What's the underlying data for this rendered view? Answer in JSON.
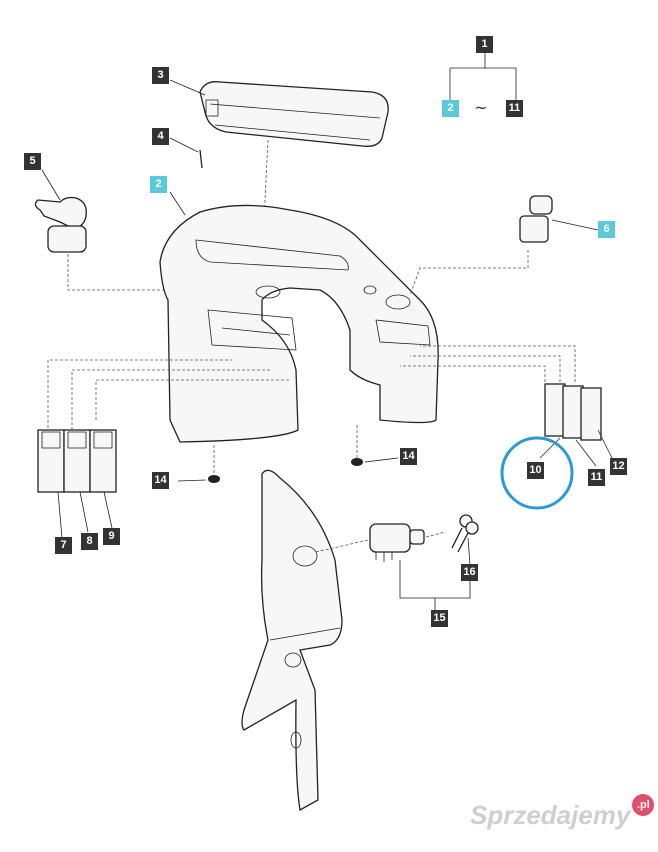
{
  "labels": {
    "l1": "1",
    "l2_top": "2",
    "l11_top": "11",
    "l3": "3",
    "l4": "4",
    "l5": "5",
    "l2_main": "2",
    "l6": "6",
    "l7": "7",
    "l8": "8",
    "l9": "9",
    "l10": "10",
    "l11": "11",
    "l12": "12",
    "l14_left": "14",
    "l14_right": "14",
    "l15": "15",
    "l16": "16"
  },
  "range_symbol": "~",
  "watermark": {
    "text": "Sprzedajemy",
    "tld": ".pl"
  },
  "colors": {
    "label_dark": "#333333",
    "label_cyan": "#5cc9d9",
    "highlight_circle": "#2b9ad6"
  }
}
